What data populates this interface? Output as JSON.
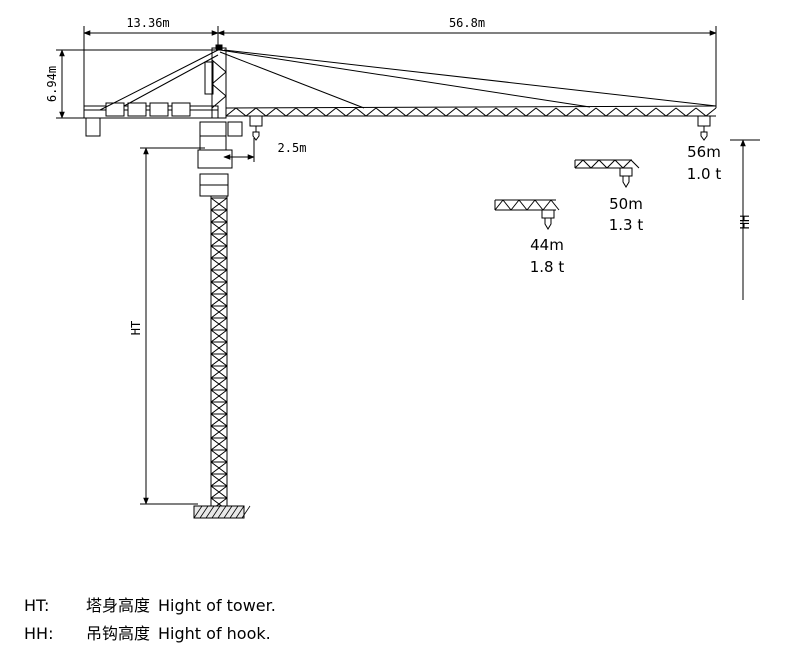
{
  "dimensions": {
    "counter_jib_length": "13.36m",
    "jib_length": "56.8m",
    "tower_head_height": "6.94m",
    "trolley_min_offset": "2.5m"
  },
  "axis_labels": {
    "tower_height": "HT",
    "hook_height": "HH"
  },
  "load_points": [
    {
      "radius": "56m",
      "load": "1.0 t"
    },
    {
      "radius": "50m",
      "load": "1.3 t"
    },
    {
      "radius": "44m",
      "load": "1.8 t"
    }
  ],
  "legend": [
    {
      "code": "HT:",
      "zh": "塔身高度",
      "en": "Hight of tower."
    },
    {
      "code": "HH:",
      "zh": "吊钩高度",
      "en": "Hight of hook."
    }
  ]
}
